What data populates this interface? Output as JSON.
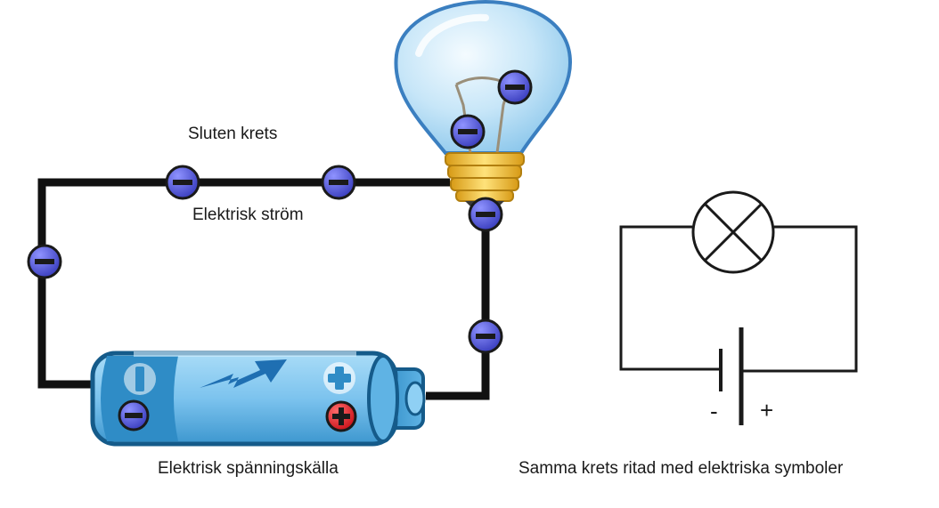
{
  "labels": {
    "closed_circuit": "Sluten krets",
    "current": "Elektrisk ström",
    "voltage_source": "Elektrisk spänningskälla",
    "symbol_caption": "Samma krets ritad med elektriska symboler",
    "minus_sign": "-",
    "plus_sign": "+"
  },
  "colors": {
    "wire": "#111111",
    "electron_fill": "#4b4fd9",
    "battery_body": "#7cc3ee",
    "battery_dark": "#2f8cc6",
    "bulb_glass": "#b9dff6",
    "bulb_base": "#f0c23a",
    "positive_terminal": "#e0141b"
  },
  "icons": [
    "electron-icon",
    "lightbulb-icon",
    "battery-icon",
    "lightning-icon",
    "lamp-symbol-icon",
    "battery-symbol-icon"
  ]
}
